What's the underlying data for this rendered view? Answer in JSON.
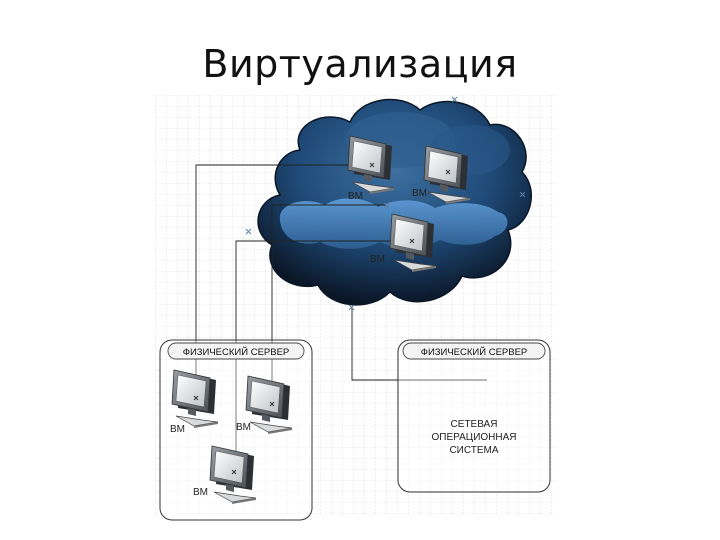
{
  "slide": {
    "title": "Виртуализация"
  },
  "diagram": {
    "vm_label": "ВМ",
    "servers": [
      {
        "title": "ФИЗИЧЕСКИЙ СЕРВЕР"
      },
      {
        "title": "ФИЗИЧЕСКИЙ СЕРВЕР",
        "os_lines": [
          "СЕТЕВАЯ",
          "ОПЕРАЦИОННАЯ",
          "СИСТЕМА"
        ]
      }
    ],
    "colors": {
      "cloud_dark": "#0d1e33",
      "cloud_mid": "#1f4a78",
      "cloud_light": "#4a86c2",
      "grid": "#c8c8c8",
      "line": "#222222"
    },
    "icons": [
      "monitor-icon",
      "cloud-shape",
      "connector-x"
    ]
  }
}
